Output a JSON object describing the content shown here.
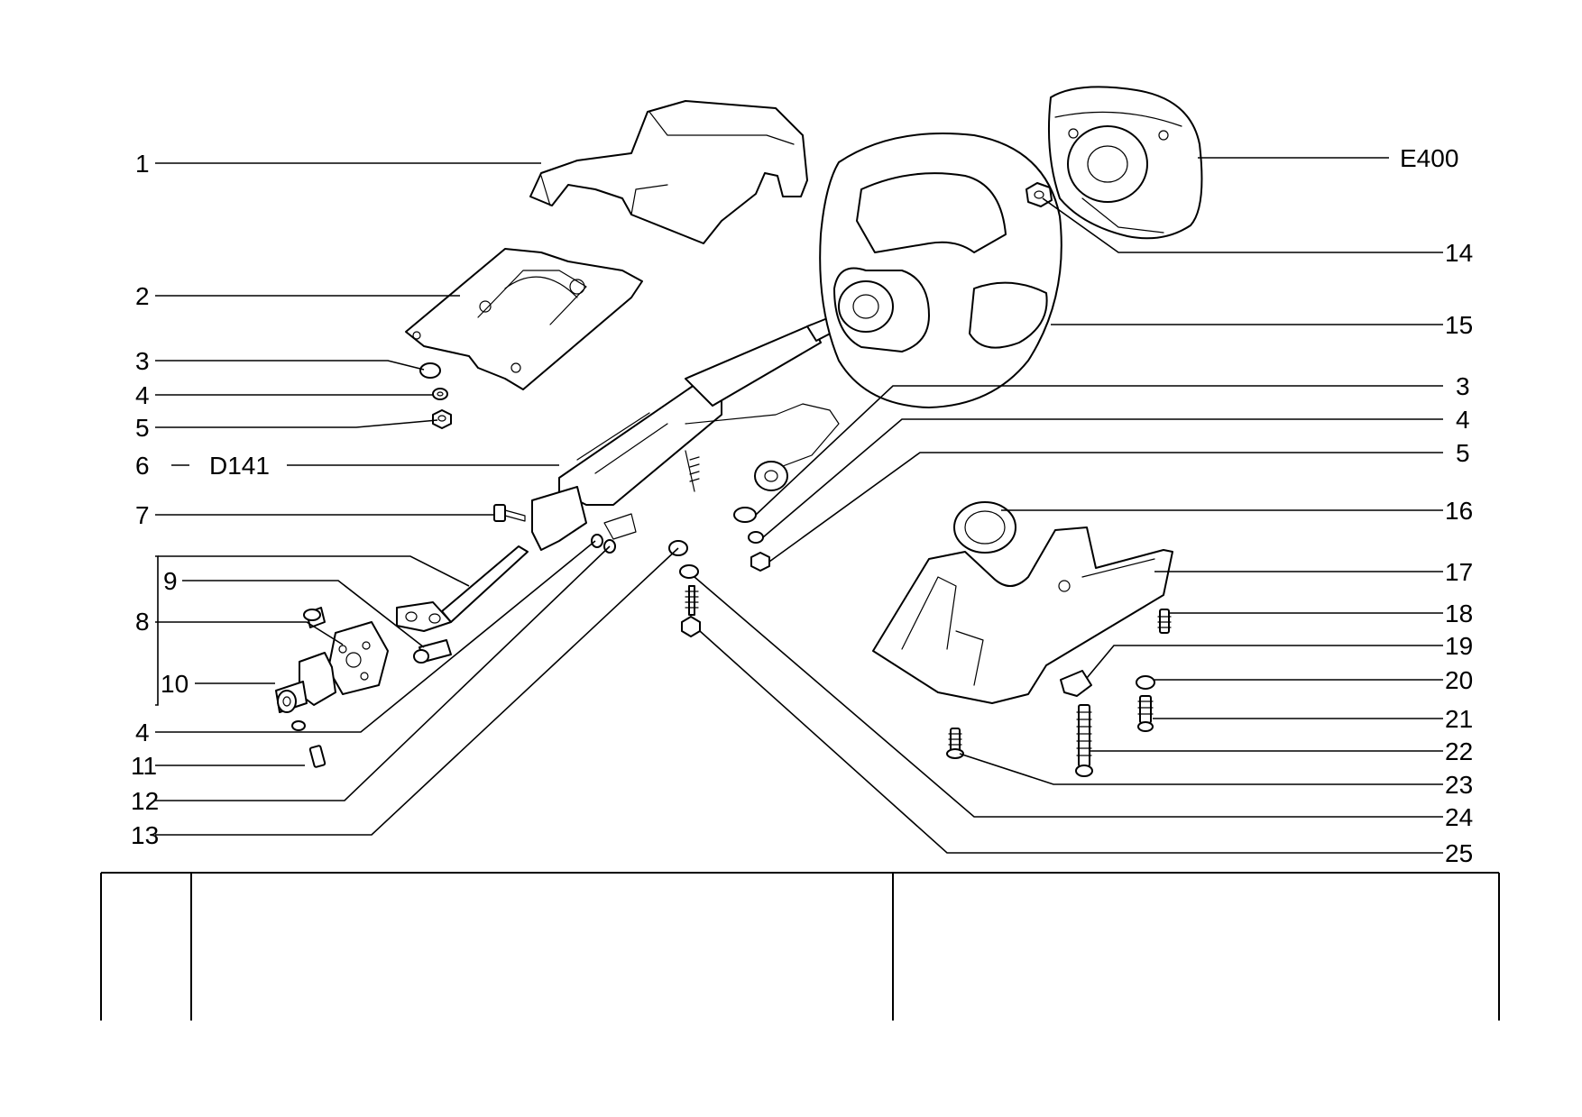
{
  "callouts_left": [
    "1",
    "2",
    "3",
    "4",
    "5",
    "6",
    "D141",
    "7",
    "8",
    "9",
    "10",
    "4",
    "11",
    "12",
    "13"
  ],
  "callouts_right": [
    "E400",
    "14",
    "15",
    "3",
    "4",
    "5",
    "16",
    "17",
    "18",
    "19",
    "20",
    "21",
    "22",
    "23",
    "24",
    "25"
  ]
}
